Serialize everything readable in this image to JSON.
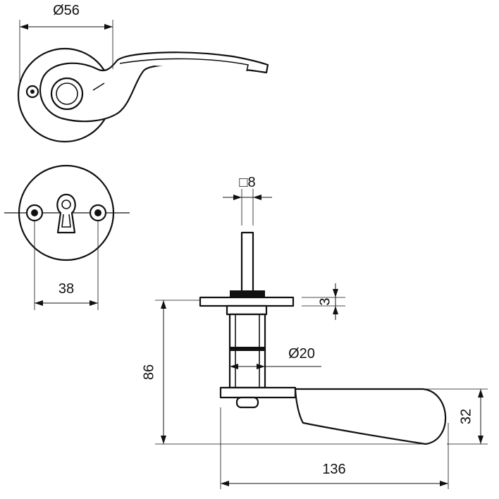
{
  "dimensions": {
    "rose_diameter": "Ø56",
    "escutcheon_width": "38",
    "spindle_square": "□8",
    "rose_plate_thickness": "3",
    "neck_diameter": "Ø20",
    "overall_height": "86",
    "lever_height": "32",
    "lever_length": "136"
  }
}
